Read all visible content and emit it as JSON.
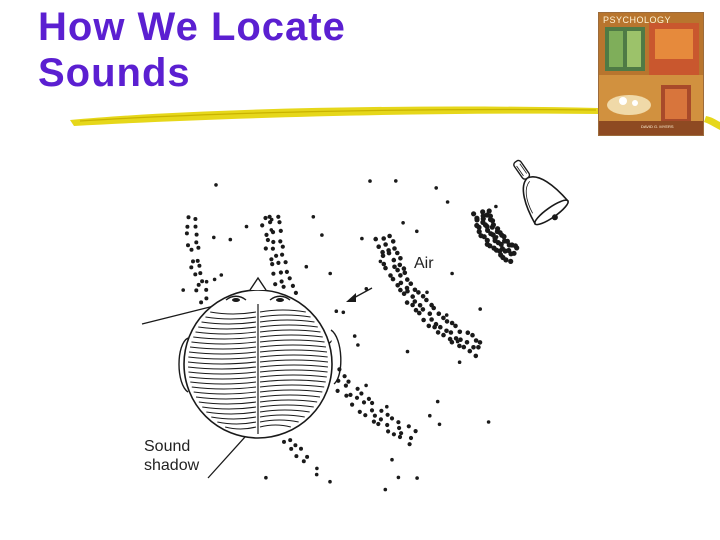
{
  "slide": {
    "title_line1": "How We Locate",
    "title_line2": "Sounds"
  },
  "cover": {
    "title": "PSYCHOLOGY",
    "author": "DAVID G. MYERS"
  },
  "diagram": {
    "label_air": "Air",
    "label_shadow_line1": "Sound",
    "label_shadow_line2": "shadow"
  },
  "colors": {
    "title": "#5b1fd1",
    "underline": "#e6d71a",
    "underline_dark": "#c9b300",
    "ink": "#1a1a1a"
  }
}
